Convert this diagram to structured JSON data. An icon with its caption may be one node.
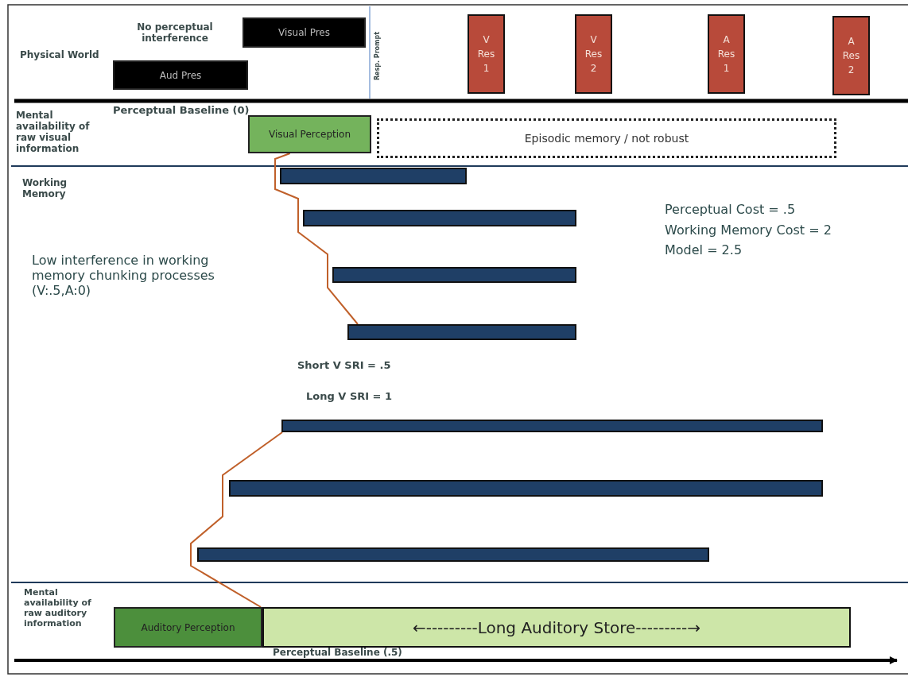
{
  "diagram": {
    "nodes": [
      {
        "text": [
          "Aud Pres"
        ]
      },
      {
        "text": [
          "Visual Pres"
        ]
      },
      {
        "text": [
          "V Res 1"
        ]
      },
      {
        "text": [
          "V Res 2"
        ]
      },
      {
        "text": [
          "A Res 1"
        ]
      },
      {
        "text": [
          "A Res 2"
        ]
      },
      {
        "text": [
          "Visual Perception"
        ]
      },
      {
        "text": [
          "Episodic memory / not robust"
        ]
      },
      {
        "text": [],
        "shape": "bar"
      },
      {
        "text": [],
        "shape": "bar"
      },
      {
        "text": [],
        "shape": "bar"
      },
      {
        "text": [],
        "shape": "bar"
      },
      {
        "text": [],
        "shape": "bar"
      },
      {
        "text": [],
        "shape": "bar"
      },
      {
        "text": [],
        "shape": "bar"
      },
      {
        "text": [
          "Auditory Perception"
        ]
      },
      {
        "text": [
          "←---------Long Auditory Store---------→"
        ]
      }
    ],
    "edges": [
      {
        "from": 6,
        "to": 11,
        "arrow": "none"
      },
      {
        "from": 15,
        "to": 12,
        "arrow": "none"
      }
    ],
    "labels": [
      "No perceptual interference",
      "Physical World",
      "Resp. Prompt",
      "Perceptual Baseline (0)",
      "Mental availability of raw visual information",
      "Working Memory",
      "Perceptual Cost = .5",
      "Working Memory Cost = 2",
      "Model = 2.5",
      "Low interference in working memory chunking processes (V:.5,A:0)",
      "Short V SRI = .5",
      "Long V SRI = 1",
      "Mental availability of raw auditory information",
      "Perceptual Baseline (.5)"
    ]
  }
}
